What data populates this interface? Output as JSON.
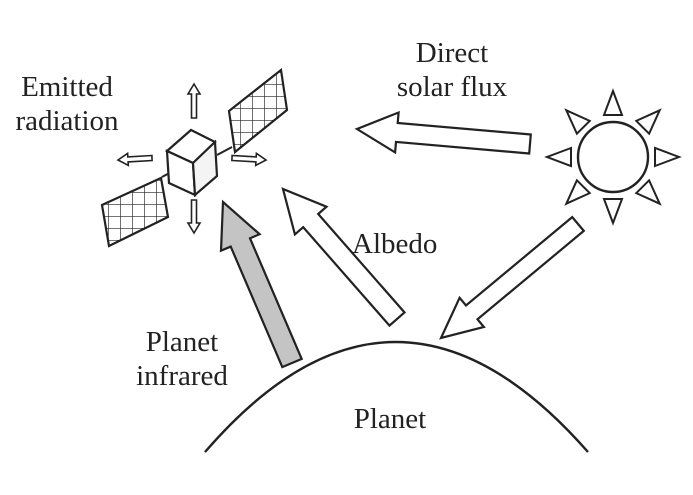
{
  "labels": {
    "emitted_radiation": [
      "Emitted",
      "radiation"
    ],
    "direct_solar_flux": [
      "Direct",
      "solar flux"
    ],
    "albedo": "Albedo",
    "planet_infrared": [
      "Planet",
      "infrared"
    ],
    "planet": "Planet"
  },
  "colors": {
    "line": "#222222",
    "arrow_fill_open": "#ffffff",
    "arrow_fill_infrared": "#c4c4c4",
    "background": "#ffffff"
  }
}
